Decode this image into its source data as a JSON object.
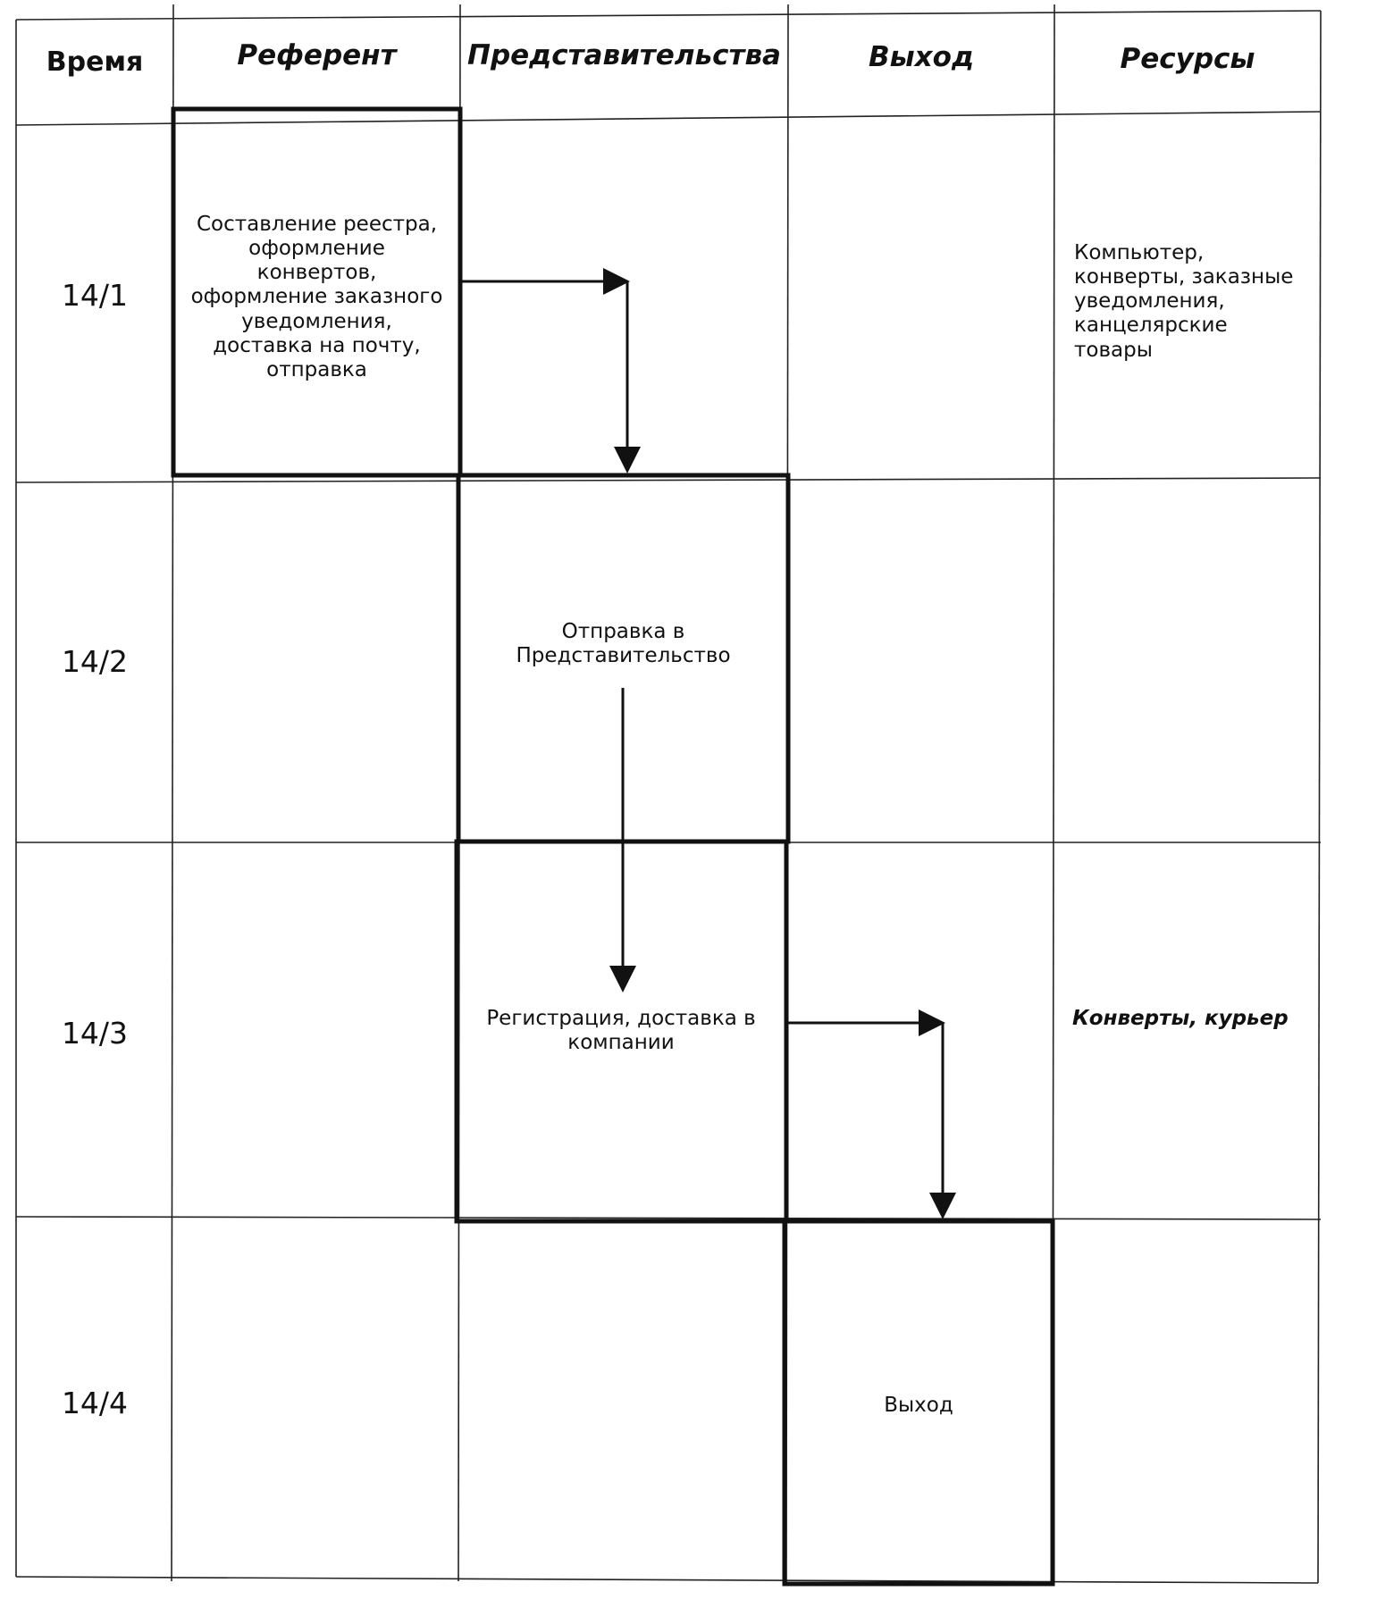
{
  "headers": {
    "time": "Время",
    "referent": "Референт",
    "offices": "Представительства",
    "output": "Выход",
    "resources": "Ресурсы"
  },
  "rows": [
    {
      "time": "14/1"
    },
    {
      "time": "14/2"
    },
    {
      "time": "14/3"
    },
    {
      "time": "14/4"
    }
  ],
  "steps": [
    {
      "text": "Составление реестра, оформление конвертов, оформление заказного уведомления, доставка на почту, отправка"
    },
    {
      "text": "Отправка в Представительство"
    },
    {
      "text": "Регистрация, доставка в компании"
    },
    {
      "text": "Выход"
    }
  ],
  "resources": [
    {
      "text": "Компьютер, конверты, заказные уведомления, канцелярские товары"
    },
    {
      "text": "Конверты, курьер"
    }
  ]
}
